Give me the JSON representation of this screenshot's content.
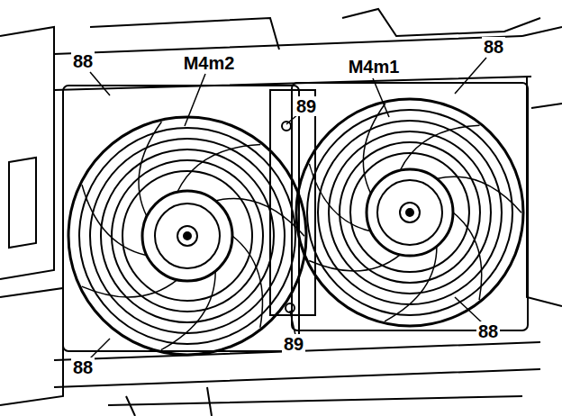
{
  "diagram": {
    "labels": [
      "88",
      "M4m2",
      "M4m1",
      "88",
      "89",
      "89",
      "88",
      "88"
    ]
  }
}
